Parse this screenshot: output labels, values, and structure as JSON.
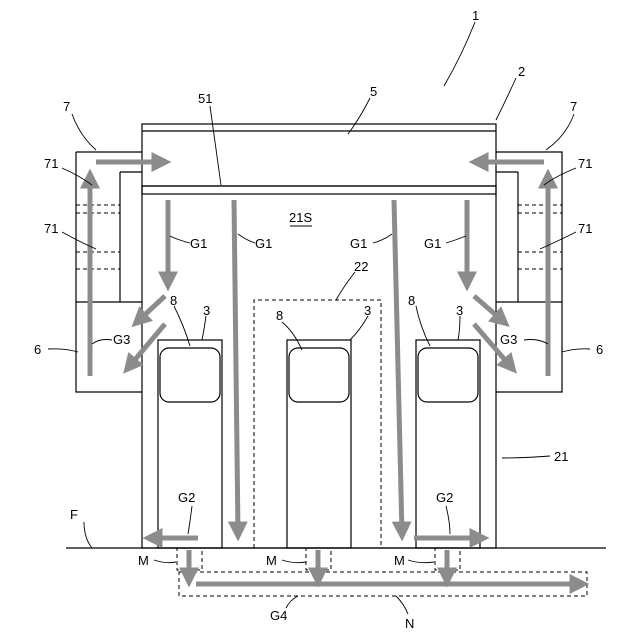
{
  "labels": {
    "num_1": "1",
    "num_2": "2",
    "num_5": "5",
    "num_51": "51",
    "num_7_left": "7",
    "num_7_right": "7",
    "num_71_left_top": "71",
    "num_71_left_bottom": "71",
    "num_71_right_top": "71",
    "num_71_right_bottom": "71",
    "num_21S": "21S",
    "num_22": "22",
    "num_21": "21",
    "g1_a": "G1",
    "g1_b": "G1",
    "g1_c": "G1",
    "g1_d": "G1",
    "num_8_left": "8",
    "num_8_center": "8",
    "num_8_right": "8",
    "num_3_left": "3",
    "num_3_center": "3",
    "num_3_right": "3",
    "g3_left": "G3",
    "g3_right": "G3",
    "num_6_left": "6",
    "num_6_right": "6",
    "g2_left": "G2",
    "g2_right": "G2",
    "floor_F": "F",
    "m_left": "M",
    "m_center": "M",
    "m_right": "M",
    "g4": "G4",
    "n": "N"
  },
  "colors": {
    "line": "#000000",
    "flow_arrow": "#8c8c8c"
  }
}
